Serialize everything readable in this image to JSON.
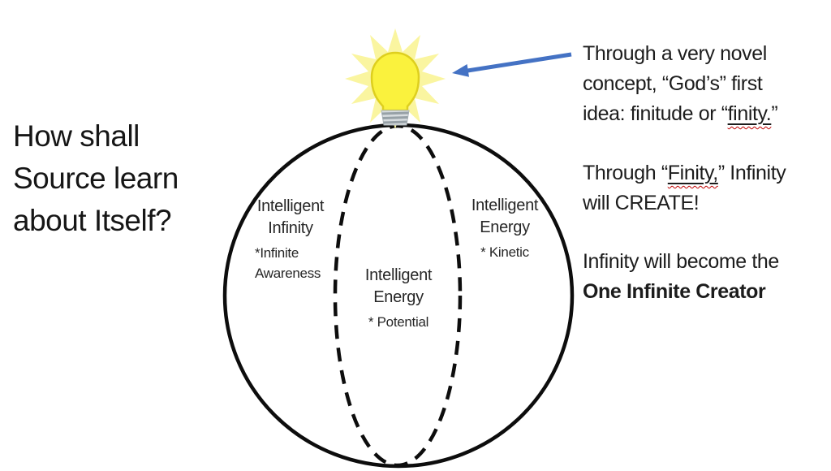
{
  "title": {
    "heading": "How shall\nSource learn\nabout Itself?"
  },
  "diagram": {
    "left_section": {
      "title_line1": "Intelligent",
      "title_line2": "Infinity",
      "sub_line1": "*Infinite",
      "sub_line2": "Awareness"
    },
    "center_section": {
      "title_line1": "Intelligent",
      "title_line2": "Energy",
      "sub_line1": "* Potential"
    },
    "right_section": {
      "title_line1": "Intelligent",
      "title_line2": "Energy",
      "sub_line1": "* Kinetic"
    }
  },
  "annotations": {
    "para1": {
      "line1": "Through a very novel",
      "line2": "concept, “God’s” first",
      "line3_prefix": "idea: finitude or “",
      "line3_word": "finity.",
      "line3_suffix": "”"
    },
    "para2": {
      "line1_prefix": "Through “",
      "line1_word": "Finity,",
      "line1_suffix": "” Infinity",
      "line2": "will CREATE!"
    },
    "para3": {
      "line1": "Infinity will become the",
      "line2_bold": "One Infinite Creator"
    }
  },
  "icons": {
    "lightbulb": "lightbulb-idea-icon",
    "arrow": "blue-arrow-icon"
  },
  "colors": {
    "ink": "#1c1c1c",
    "outline_black": "#0d0d0d",
    "arrow_blue": "#4472C4",
    "bulb_yellow": "#FAF23D",
    "bulb_outline": "#DECF1E",
    "ray_yellow": "#FAF5A0",
    "base_gray": "#D8DDE0",
    "base_stripe": "#97A1A7",
    "squiggle_red": "#C00000"
  }
}
